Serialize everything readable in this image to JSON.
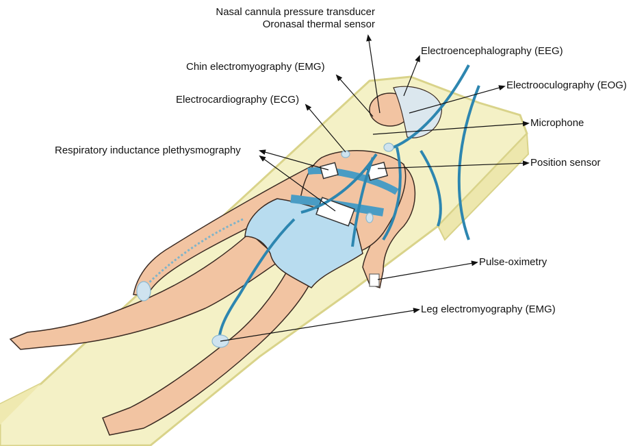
{
  "labels": {
    "nasal_cannula": "Nasal cannula pressure transducer",
    "oronasal": "Oronasal thermal sensor",
    "eeg": "Electroencephalography (EEG)",
    "chin_emg": "Chin electromyography (EMG)",
    "eog": "Electrooculography (EOG)",
    "ecg": "Electrocardiography (ECG)",
    "microphone": "Microphone",
    "rip": "Respiratory inductance plethysmography",
    "position": "Position sensor",
    "pulse_ox": "Pulse-oximetry",
    "leg_emg": "Leg electromyography (EMG)"
  },
  "colors": {
    "mattress": "#f4f1c6",
    "mattress_edge": "#d9d38a",
    "skin": "#f2c4a2",
    "skin_outline": "#3a2a22",
    "shorts": "#b8dcef",
    "wire": "#2d86b0",
    "belt": "#4a9cc4",
    "cap": "#dbe7ee",
    "arrow": "#111111"
  }
}
